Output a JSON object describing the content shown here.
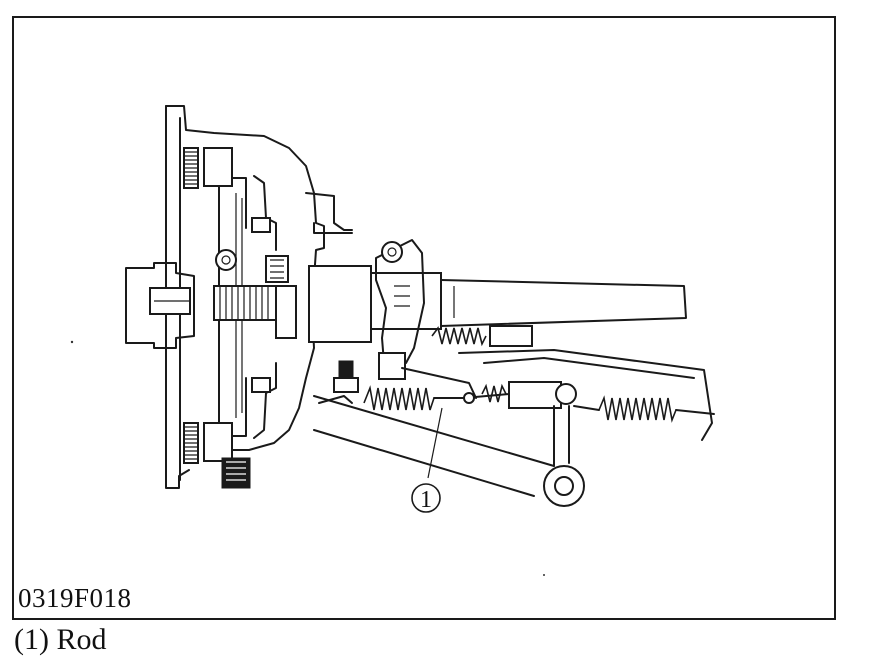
{
  "figure": {
    "code": "0319F018",
    "callout_number": "1"
  },
  "caption": {
    "number": "(1)",
    "label": "Rod"
  }
}
